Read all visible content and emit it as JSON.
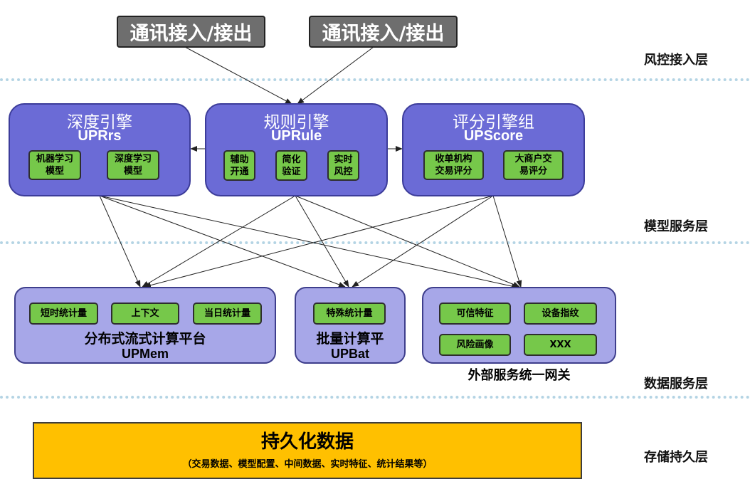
{
  "layers": {
    "access": "风控接入层",
    "model": "模型服务层",
    "data": "数据服务层",
    "storage": "存储持久层"
  },
  "comm_boxes": [
    "通讯接入/接出",
    "通讯接入/接出"
  ],
  "engines": {
    "uprrs": {
      "cn": "深度引擎",
      "en": "UPRrs",
      "chips": [
        [
          "机器学习",
          "模型"
        ],
        [
          "深度学习",
          "模型"
        ]
      ]
    },
    "uprule": {
      "cn": "规则引擎",
      "en": "UPRule",
      "chips": [
        [
          "辅助",
          "开通"
        ],
        [
          "简化",
          "验证"
        ],
        [
          "实时",
          "风控"
        ]
      ]
    },
    "upscore": {
      "cn": "评分引擎组",
      "en": "UPScore",
      "chips": [
        [
          "收单机构",
          "交易评分"
        ],
        [
          "大商户交",
          "易评分"
        ]
      ]
    }
  },
  "services": {
    "upmem": {
      "cn": "分布式流式计算平台",
      "en": "UPMem",
      "chips": [
        "短时统计量",
        "上下文",
        "当日统计量"
      ]
    },
    "upbat": {
      "cn": "批量计算平",
      "en": "UPBat",
      "chips": [
        "特殊统计量"
      ]
    },
    "gateway": {
      "cn": "外部服务统一网关",
      "chips": [
        "可信特征",
        "设备指纹",
        "风险画像",
        "XXX"
      ]
    }
  },
  "persistence": {
    "title": "持久化数据",
    "subtitle": "（交易数据、模型配置、中间数据、实时特征、统计结果等）"
  },
  "colors": {
    "comm_box": "#6e6e6e",
    "engine": "#6b6bd6",
    "service": "#a7a7e8",
    "chip": "#76c84a",
    "persistence": "#ffc000",
    "divider": "#b4d4e4"
  }
}
